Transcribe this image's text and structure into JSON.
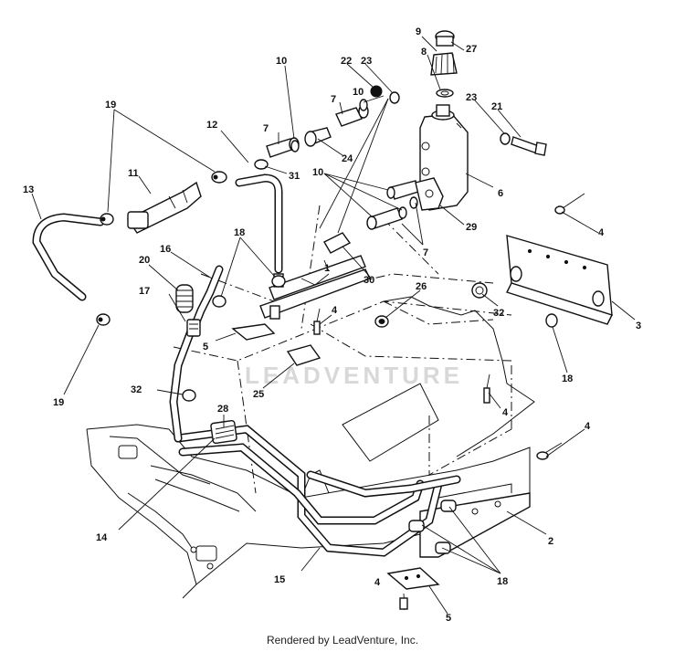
{
  "footer": "Rendered by LeadVenture, Inc.",
  "watermark": "LEADVENTURE",
  "callouts": [
    "1",
    "2",
    "3",
    "4",
    "5",
    "6",
    "7",
    "8",
    "9",
    "10",
    "11",
    "12",
    "13",
    "14",
    "15",
    "16",
    "17",
    "18",
    "19",
    "20",
    "21",
    "22",
    "23",
    "24",
    "25",
    "26",
    "27",
    "28",
    "29",
    "30",
    "31",
    "32"
  ]
}
